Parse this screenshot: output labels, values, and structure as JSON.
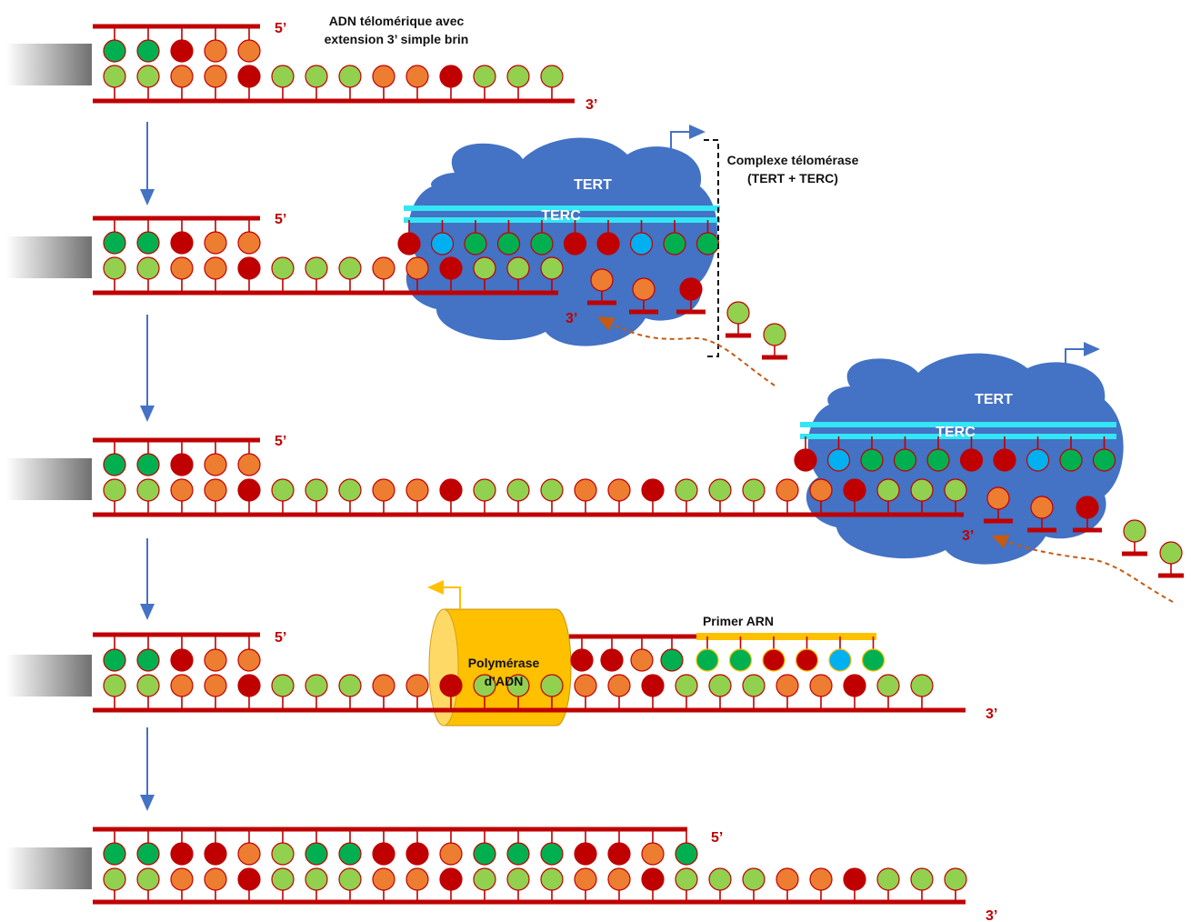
{
  "colors": {
    "strand": "#c00000",
    "nuc_light_green": "#92d050",
    "nuc_dark_green": "#00b050",
    "nuc_orange": "#ed7d31",
    "nuc_red": "#c00000",
    "nuc_blue": "#00b0f0",
    "telomerase_body": "#4472c4",
    "terc_bar": "#33e6f5",
    "primer_bar": "#ffc000",
    "polymerase_body": "#ffc000",
    "polymerase_face": "#ffd966",
    "arrow_blue": "#4472c4",
    "dashed_path": "#c55a11"
  },
  "labels": {
    "five_prime": "5’",
    "three_prime": "3’",
    "title_line1": "ADN télomérique avec",
    "title_line2": "extension 3’ simple brin",
    "complex_line1": "Complexe télomérase",
    "complex_line2": "(TERT + TERC)",
    "tert": "TERT",
    "terc": "TERC",
    "primer": "Primer ARN",
    "polymerase_line1": "Polymérase",
    "polymerase_line2": "d’ADN"
  },
  "sequences": {
    "g": "L",
    "top_basic": "DDROO",
    "bottom_row1": "LLOORLLLOORLLL",
    "bottom_long": "LLOORLLLOORLLLOORLLLOORLLL",
    "terc_row": "RBDDDRRBDD",
    "top_final": "DDRROLDDRRODDDRROD",
    "primer_row": "DDRRBD",
    "pol_right_top": "RROD",
    "free_nucs_a": "OOR",
    "free_nucs_b": "LL"
  }
}
